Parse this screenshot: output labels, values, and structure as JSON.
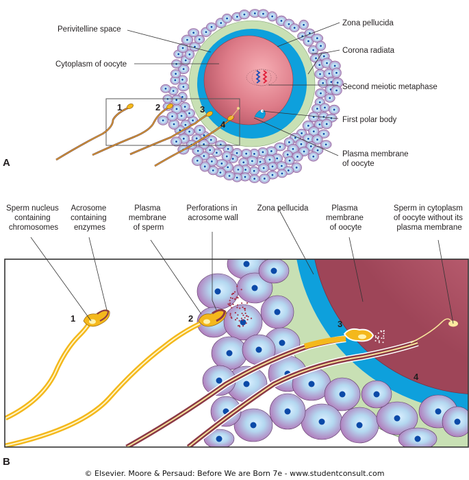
{
  "figure": {
    "panel_a": {
      "label": "A",
      "labels": {
        "perivitelline_space": "Perivitelline space",
        "cytoplasm_of_oocyte": "Cytoplasm of oocyte",
        "zona_pellucida": "Zona pellucida",
        "corona_radiata": "Corona radiata",
        "second_meiotic_metaphase": "Second meiotic metaphase",
        "first_polar_body": "First polar body",
        "plasma_membrane_line1": "Plasma membrane",
        "plasma_membrane_line2": "of oocyte"
      },
      "sperm_numbers": [
        "1",
        "2",
        "3",
        "4"
      ]
    },
    "panel_b": {
      "label": "B",
      "labels": {
        "sperm_nucleus": [
          "Sperm nucleus",
          "containing",
          "chromosomes"
        ],
        "acrosome": [
          "Acrosome",
          "containing",
          "enzymes"
        ],
        "plasma_membrane_sperm": [
          "Plasma",
          "membrane",
          "of sperm"
        ],
        "perforations": [
          "Perforations in",
          "acrosome wall"
        ],
        "zona_pellucida": [
          "Zona pellucida"
        ],
        "plasma_membrane_oocyte": [
          "Plasma",
          "membrane",
          "of oocyte"
        ],
        "sperm_in_cytoplasm": [
          "Sperm in cytoplasm",
          "of oocyte without its",
          "plasma membrane"
        ]
      },
      "sperm_numbers": [
        "1",
        "2",
        "3",
        "4"
      ]
    },
    "credit": "© Elsevier. Moore & Persaud: Before We are Born 7e - www.studentconsult.com",
    "colors": {
      "zona_pellucida": "#c8e0b4",
      "perivitelline": "#0ea0dc",
      "cytoplasm": "#d9707e",
      "corona_cell": "#b9dcf2",
      "corona_cell_edge": "#b77bb8",
      "nucleus": "#0b4aa8",
      "sperm": "#f4b81c",
      "sperm_dark": "#8c3a46"
    }
  }
}
